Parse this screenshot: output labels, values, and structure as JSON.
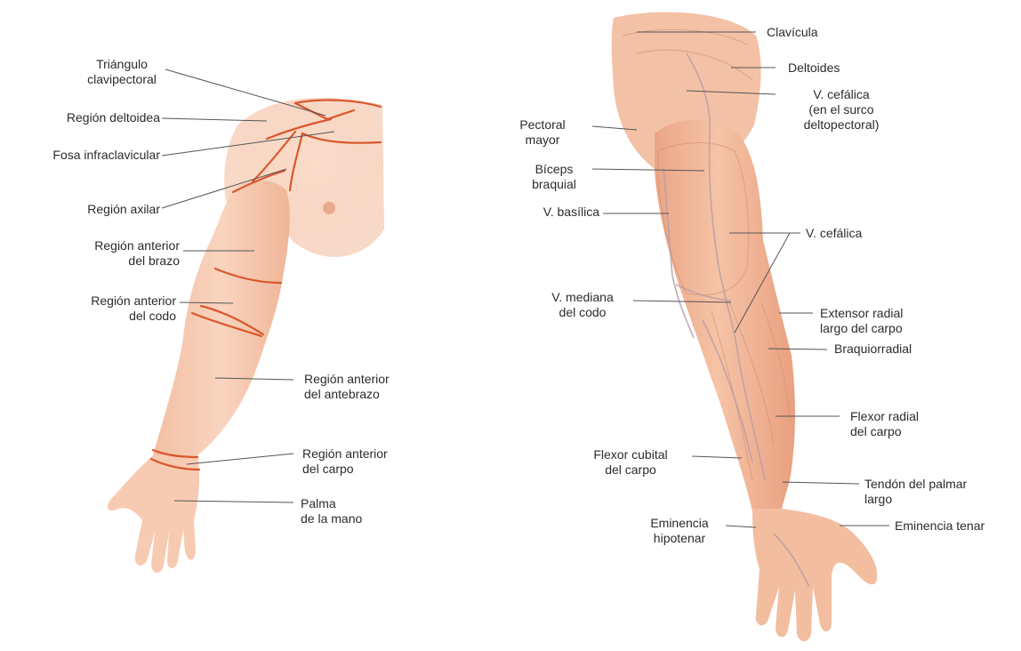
{
  "left_figure": {
    "labels": [
      {
        "id": "triangulo",
        "lines": [
          "Triángulo",
          "clavipectoral"
        ]
      },
      {
        "id": "deltoidea",
        "lines": [
          "Región deltoidea"
        ]
      },
      {
        "id": "fosa",
        "lines": [
          "Fosa infraclavicular"
        ]
      },
      {
        "id": "axilar",
        "lines": [
          "Región axilar"
        ]
      },
      {
        "id": "brazo",
        "lines": [
          "Región anterior",
          "del brazo"
        ]
      },
      {
        "id": "codo",
        "lines": [
          "Región anterior",
          "del codo"
        ]
      },
      {
        "id": "antebrazo",
        "lines": [
          "Región anterior",
          "del antebrazo"
        ]
      },
      {
        "id": "carpo",
        "lines": [
          "Región anterior",
          "del carpo"
        ]
      },
      {
        "id": "palma",
        "lines": [
          "Palma",
          "de la mano"
        ]
      }
    ]
  },
  "right_figure": {
    "labels": [
      {
        "id": "clavicula",
        "lines": [
          "Clavícula"
        ]
      },
      {
        "id": "deltoides",
        "lines": [
          "Deltoides"
        ]
      },
      {
        "id": "cefalica-surco",
        "lines": [
          "V. cefálica",
          "(en el surco",
          "deltopectoral)"
        ]
      },
      {
        "id": "pectoral",
        "lines": [
          "Pectoral",
          "mayor"
        ]
      },
      {
        "id": "biceps",
        "lines": [
          "Bíceps",
          "braquial"
        ]
      },
      {
        "id": "basilica",
        "lines": [
          "V. basílica"
        ]
      },
      {
        "id": "cefalica",
        "lines": [
          "V. cefálica"
        ]
      },
      {
        "id": "mediana",
        "lines": [
          "V. mediana",
          "del codo"
        ]
      },
      {
        "id": "extensor",
        "lines": [
          "Extensor radial",
          "largo del carpo"
        ]
      },
      {
        "id": "braquiorradial",
        "lines": [
          "Braquiorradial"
        ]
      },
      {
        "id": "flexor-radial",
        "lines": [
          "Flexor radial",
          "del carpo"
        ]
      },
      {
        "id": "flexor-cubital",
        "lines": [
          "Flexor cubital",
          "del carpo"
        ]
      },
      {
        "id": "tendon",
        "lines": [
          "Tendón del palmar",
          "largo"
        ]
      },
      {
        "id": "hipotenar",
        "lines": [
          "Eminencia",
          "hipotenar"
        ]
      },
      {
        "id": "tenar",
        "lines": [
          "Eminencia tenar"
        ]
      }
    ]
  },
  "colors": {
    "skin": "#f6c8ae",
    "skin_shade": "#eba98a",
    "boundary": "#d9572c",
    "leader": "#555555",
    "text": "#2b2b2b"
  }
}
